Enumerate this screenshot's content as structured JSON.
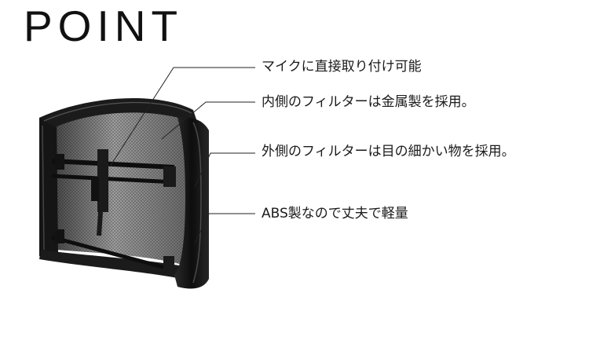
{
  "title": "POINT",
  "callouts": [
    "マイクに直接取り付け可能",
    "内側のフィルターは金属製を採用。",
    "外側のフィルターは目の細かい物を採用。",
    "ABS製なので丈夫で軽量"
  ]
}
